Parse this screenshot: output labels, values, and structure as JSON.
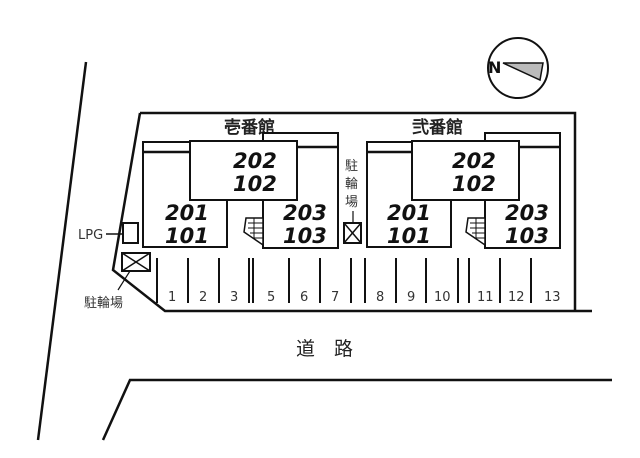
{
  "compass": {
    "label": "N"
  },
  "buildings": [
    {
      "name": "壱番館",
      "units": {
        "upper_mid": "202",
        "lower_mid": "102",
        "upper_left": "201",
        "lower_left": "101",
        "upper_right": "203",
        "lower_right": "103"
      }
    },
    {
      "name": "弐番館",
      "units": {
        "upper_mid": "202",
        "lower_mid": "102",
        "upper_left": "201",
        "lower_left": "101",
        "upper_right": "203",
        "lower_right": "103"
      }
    }
  ],
  "lpg_label": "LPG",
  "bicycle_parking_label": "駐輪場",
  "bicycle_parking_vertical": [
    "駐",
    "輪",
    "場"
  ],
  "parking_numbers": [
    "1",
    "2",
    "3",
    "5",
    "6",
    "7",
    "8",
    "9",
    "10",
    "11",
    "12",
    "13"
  ],
  "road_label": "道　路"
}
